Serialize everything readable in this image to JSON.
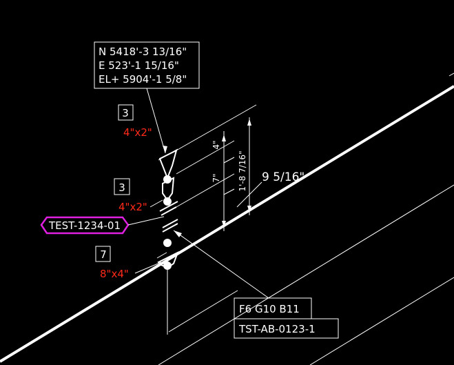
{
  "coordinates": {
    "north": "N 5418'-3 13/16\"",
    "east": "E 523'-1 15/16\"",
    "elevation": "EL+ 5904'-1 5/8\""
  },
  "items": [
    {
      "number": "3",
      "size": "4\"x2\""
    },
    {
      "number": "3",
      "size": "4\"x2\""
    },
    {
      "number": "7",
      "size": "8\"x4\""
    }
  ],
  "line_tag": "TEST-1234-01",
  "spec_label": "F6 G10 B11",
  "drawing_number": "TST-AB-0123-1",
  "dimensions": {
    "overall": "9 5/16\"",
    "total_vertical": "1'-8 7/16\"",
    "segment_a": "4\"",
    "segment_b": "7\""
  },
  "colors": {
    "background": "#000000",
    "lines": "#ffffff",
    "size_text": "#ff2a1a",
    "tag_outline": "#e020e0"
  }
}
